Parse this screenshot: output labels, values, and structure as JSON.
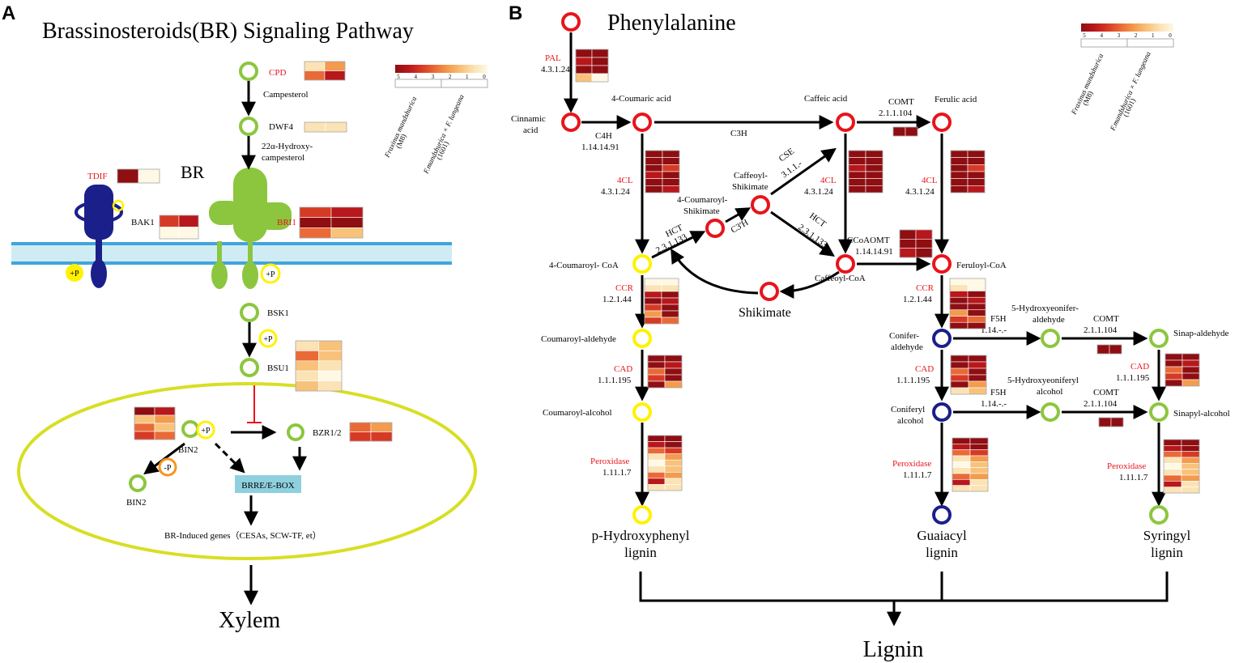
{
  "colors": {
    "red": "#E8141C",
    "green": "#8CC63F",
    "yellow": "#FFF200",
    "navy": "#1B1F8A",
    "orange": "#F7941D",
    "membrane": "#41A4DC",
    "membrane_fill": "#CFECF4",
    "box": "#8FD0DE",
    "label_red": "#E8141C",
    "nucleus": "#D7DF23",
    "inhib": "#E8141C"
  },
  "scale": [
    "#8E0E12",
    "#B8171B",
    "#D63A25",
    "#E96A37",
    "#F39B4E",
    "#F8C27B",
    "#FBE3B5",
    "#FFF8E5"
  ],
  "panel_a": {
    "letter": "A",
    "title": "Brassinosteroids(BR) Signaling Pathway",
    "legend": {
      "ticks": [
        "5",
        "4",
        "3",
        "2",
        "1",
        "0"
      ],
      "lab1": "Fraxinus mandshurica",
      "lab1b": "(M8)",
      "lab2": "F.mandshurica × F. lungeana",
      "lab2b": "(1601)"
    },
    "nodes": {
      "cpd": "CPD",
      "campesterol": "Campesterol",
      "dwf4": "DWF4",
      "hydroxy1": "22α-Hydroxy-",
      "hydroxy2": "campesterol",
      "br": "BR",
      "tdif": "TDIF",
      "bak1": "BAK1",
      "bri1": "BRI1",
      "plus_p": "+P",
      "bsk1": "BSK1",
      "bsu1": "BSU1",
      "bin2": "BIN2",
      "bin2b": "BIN2",
      "minus_p": "-P",
      "bzr": "BZR1/2",
      "brre": "BRRE/E-BOX",
      "genes": "BR-Induced genes（CESAs, SCW-TF, et）",
      "xylem": "Xylem"
    }
  },
  "panel_b": {
    "letter": "B",
    "phe": "Phenylalanine",
    "pal": "PAL",
    "pal_ec": "4.3.1.24",
    "cinnamic": "Cinnamic",
    "acid": "acid",
    "c4h": "C4H",
    "c4h_ec": "1.14.14.91",
    "coumaric": "4-Coumaric acid",
    "c3h": "C3H",
    "caffeic": "Caffeic acid",
    "comt": "COMT",
    "comt_ec": "2.1.1.104",
    "ferulic": "Ferulic acid",
    "cl4": "4CL",
    "cl4_ec": "4.3.1.24",
    "cse": "CSE",
    "cse_ec": "3.1.1.-",
    "caffshik1": "Caffeoyl-",
    "caffshik2": "Shikimate",
    "cshik1": "4-Coumaroyl-",
    "cshik2": "Shikimate",
    "hct": "HCT",
    "hct_ec": "2.3.1.133",
    "c3h2": "C3'H",
    "ccoaomt": "CCoAOMT",
    "ccoaomt_ec": "1.14.14.91",
    "coumcoa": "4-Coumaroyl- CoA",
    "caffcoa": "Caffeoyl-CoA",
    "ferucoa": "Feruloyl-CoA",
    "shikimate": "Shikimate",
    "ccr": "CCR",
    "ccr_ec": "1.2.1.44",
    "coumald": "Coumaroyl-aldehyde",
    "conald1": "Conifer-",
    "conald2": "aldehyde",
    "f5h": "F5H",
    "f5h_ec": "1.14.-.-",
    "hyald1": "5-Hydroxyeonifer-",
    "hyald2": "aldehyde",
    "sinald": "Sinap-aldehyde",
    "cad": "CAD",
    "cad_ec": "1.1.1.195",
    "coumalc": "Coumaroyl-alcohol",
    "conalc1": "Coniferyl",
    "conalc2": "alcohol",
    "hyalc1": "5-Hydroxyeoniferyl",
    "hyalc2": "alcohol",
    "sinalc": "Sinapyl-alcohol",
    "perox": "Peroxidase",
    "perox_ec": "1.11.1.7",
    "hlig1": "p-Hydroxyphenyl",
    "hlig2": "lignin",
    "glig1": "Guaiacyl",
    "glig2": "lignin",
    "slig1": "Syringyl",
    "slig2": "lignin",
    "lignin": "Lignin",
    "legend": {
      "ticks": [
        "5",
        "4",
        "3",
        "2",
        "1",
        "0"
      ],
      "lab1": "Fraxinus mandshurica",
      "lab1b": "(M8)",
      "lab2": "F.mandshurica × F. lungeana",
      "lab2b": "(1601)"
    }
  },
  "heatmaps": [
    {
      "id": "cpd",
      "cols": 2,
      "cells": [
        6,
        4,
        3,
        1
      ]
    },
    {
      "id": "dwf4",
      "cols": 2,
      "cells": [
        6,
        6
      ]
    },
    {
      "id": "tdif",
      "cols": 2,
      "cells": [
        0,
        7
      ]
    },
    {
      "id": "bak1",
      "cols": 2,
      "cells": [
        2,
        1,
        7,
        7
      ]
    },
    {
      "id": "bri1",
      "cols": 2,
      "cells": [
        2,
        1,
        0,
        0,
        3,
        5
      ]
    },
    {
      "id": "bsu1",
      "cols": 2,
      "cells": [
        6,
        5,
        3,
        5,
        5,
        6,
        6,
        7,
        5,
        6
      ]
    },
    {
      "id": "bin2",
      "cols": 2,
      "cells": [
        0,
        1,
        5,
        4,
        3,
        5,
        2,
        3
      ]
    },
    {
      "id": "bzr",
      "cols": 2,
      "cells": [
        3,
        4,
        2,
        2
      ]
    },
    {
      "id": "pal",
      "cols": 2,
      "cells": [
        0,
        0,
        1,
        0,
        0,
        0,
        5,
        7
      ]
    },
    {
      "id": "c4cl",
      "cols": 2,
      "cells": [
        0,
        0,
        0,
        0,
        0,
        2,
        1,
        0,
        0,
        0,
        0,
        1
      ]
    },
    {
      "id": "c4cl2",
      "cols": 2,
      "cells": [
        0,
        0,
        0,
        0,
        1,
        0,
        0,
        0,
        0,
        0,
        0,
        0
      ]
    },
    {
      "id": "c4cl3",
      "cols": 2,
      "cells": [
        0,
        0,
        0,
        0,
        0,
        2,
        0,
        0,
        0,
        0,
        0,
        1
      ]
    },
    {
      "id": "comt1",
      "cols": 2,
      "cells": [
        0,
        0
      ]
    },
    {
      "id": "ccoaomt",
      "cols": 2,
      "cells": [
        0,
        1,
        0,
        0,
        1,
        0
      ]
    },
    {
      "id": "ccr1",
      "cols": 2,
      "cells": [
        7,
        7,
        6,
        6,
        1,
        0,
        0,
        1,
        2,
        0,
        4,
        0,
        2,
        3
      ]
    },
    {
      "id": "ccr2",
      "cols": 2,
      "cells": [
        7,
        7,
        6,
        7,
        1,
        0,
        0,
        1,
        0,
        0,
        4,
        0,
        2,
        3,
        0,
        0
      ]
    },
    {
      "id": "cad1",
      "cols": 2,
      "cells": [
        0,
        0,
        0,
        1,
        3,
        0,
        2,
        0,
        0,
        4
      ]
    },
    {
      "id": "cad2",
      "cols": 2,
      "cells": [
        0,
        0,
        0,
        1,
        3,
        0,
        2,
        0,
        0,
        4,
        6,
        5
      ]
    },
    {
      "id": "cad3",
      "cols": 2,
      "cells": [
        0,
        0,
        0,
        1,
        3,
        0,
        2,
        0,
        0,
        4
      ]
    },
    {
      "id": "comt2",
      "cols": 2,
      "cells": [
        0,
        0
      ]
    },
    {
      "id": "comt3",
      "cols": 2,
      "cells": [
        0,
        0
      ]
    },
    {
      "id": "perox1",
      "cols": 2,
      "cells": [
        0,
        0,
        1,
        0,
        3,
        2,
        6,
        4,
        7,
        5,
        6,
        5,
        3,
        4,
        1,
        6,
        6,
        6
      ]
    },
    {
      "id": "perox2",
      "cols": 2,
      "cells": [
        0,
        0,
        1,
        0,
        3,
        2,
        6,
        4,
        7,
        5,
        6,
        5,
        3,
        4,
        1,
        6,
        6,
        6
      ]
    },
    {
      "id": "perox3",
      "cols": 2,
      "cells": [
        0,
        0,
        1,
        0,
        3,
        2,
        6,
        4,
        7,
        5,
        6,
        5,
        3,
        4,
        1,
        6,
        6,
        6
      ]
    }
  ]
}
